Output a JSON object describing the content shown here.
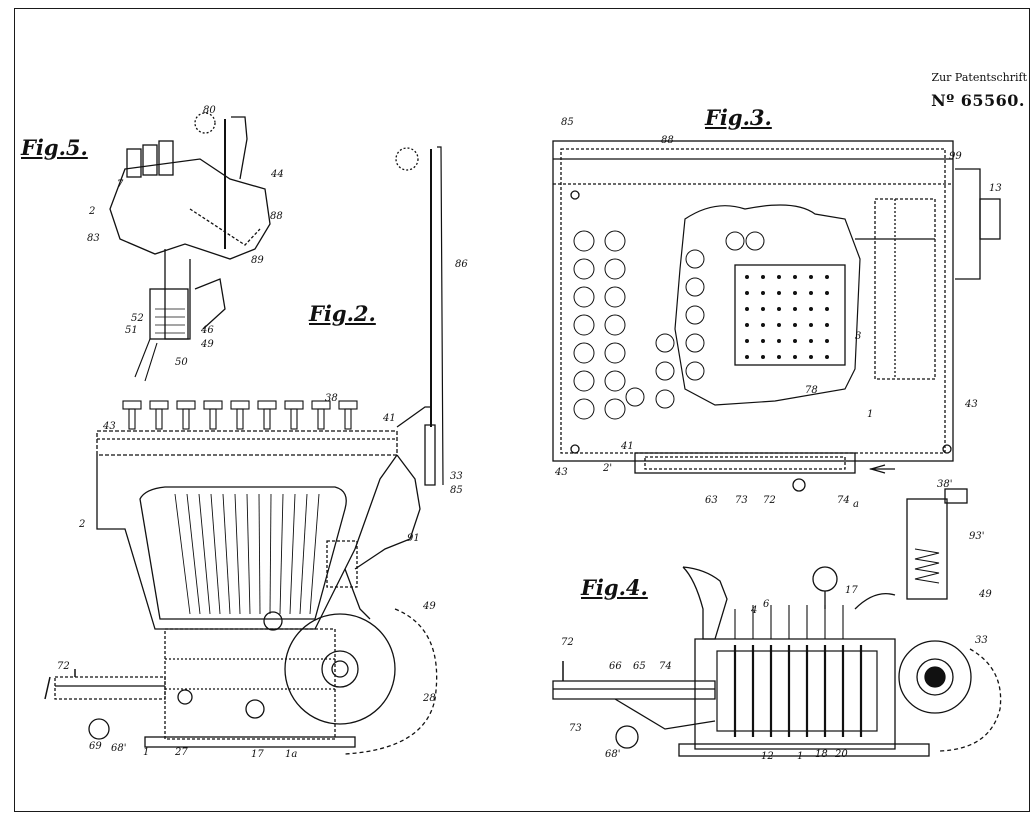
{
  "header": {
    "note": "Zur Patentschrift",
    "number": "Nº 65560."
  },
  "figures": {
    "fig5": "Fig.5.",
    "fig2": "Fig.2.",
    "fig3": "Fig.3.",
    "fig4": "Fig.4."
  },
  "colors": {
    "ink": "#111111",
    "paper": "#ffffff"
  }
}
